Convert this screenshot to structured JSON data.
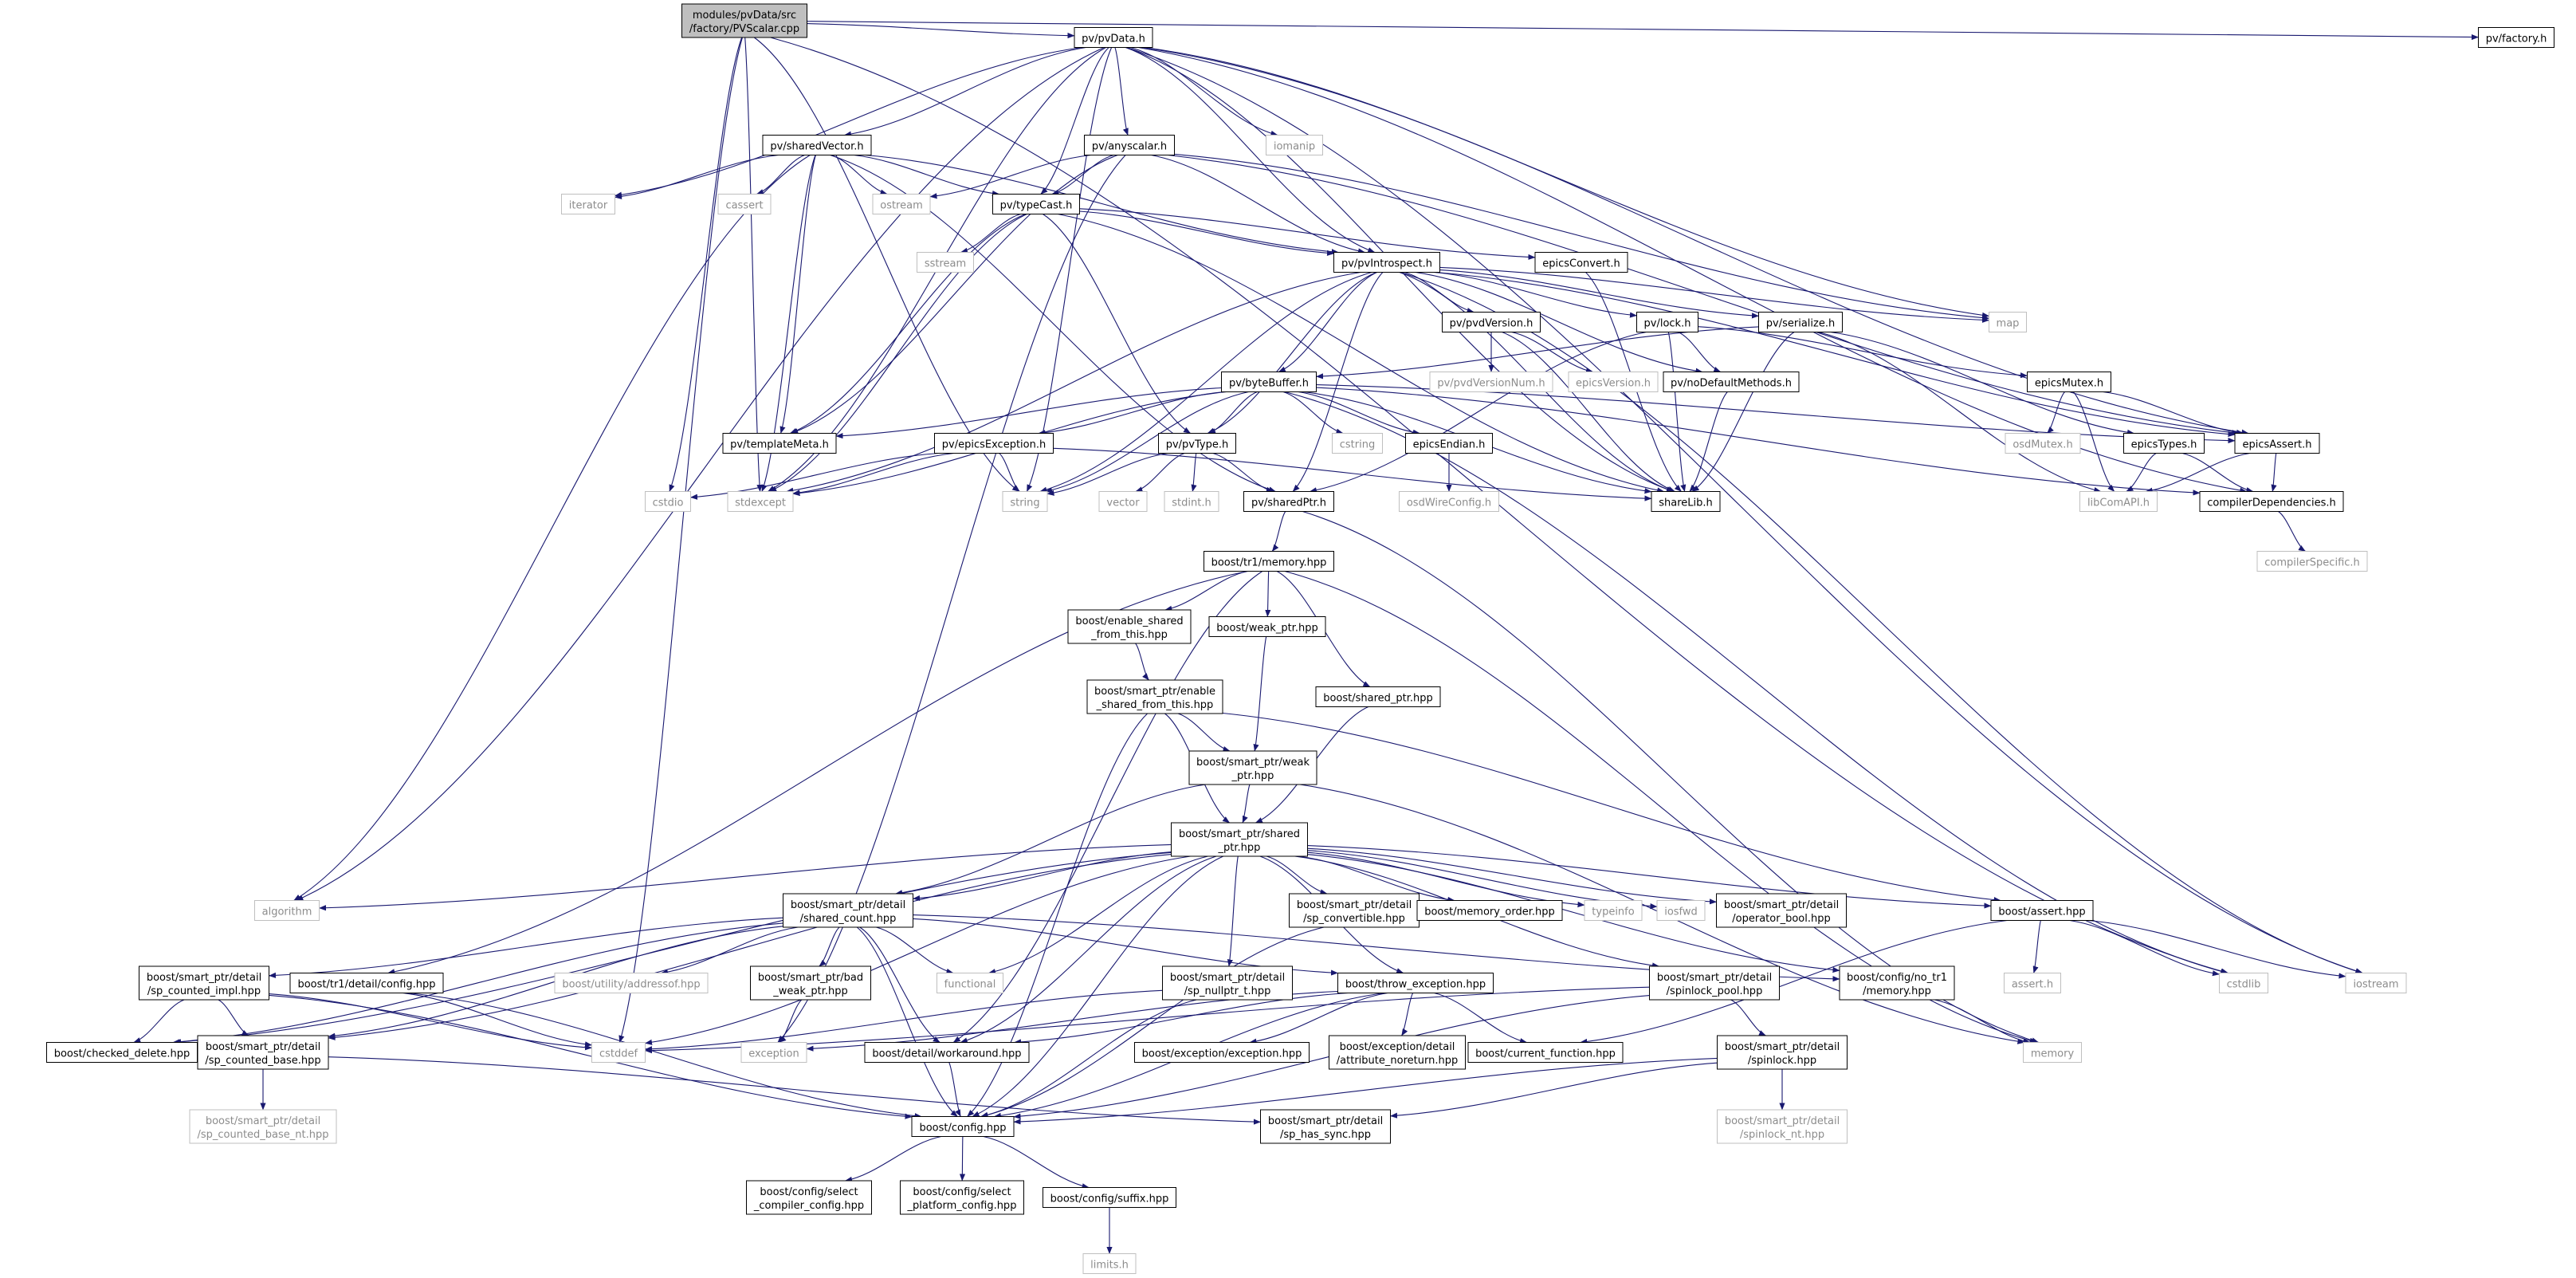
{
  "style": {
    "edge_color": "#191970",
    "node_border_black": "#000000",
    "node_border_grey": "#bfbfbf",
    "grey_text": "#8c8c8c",
    "root_fill": "#bfbfbf"
  },
  "nodes": [
    {
      "id": "root",
      "lines": [
        "modules/pvData/src",
        "/factory/PVScalar.cpp"
      ],
      "kind": "root"
    },
    {
      "id": "pvData",
      "lines": [
        "pv/pvData.h"
      ],
      "kind": "file"
    },
    {
      "id": "factory",
      "lines": [
        "pv/factory.h"
      ],
      "kind": "file"
    },
    {
      "id": "sharedVector",
      "lines": [
        "pv/sharedVector.h"
      ],
      "kind": "file"
    },
    {
      "id": "anyscalar",
      "lines": [
        "pv/anyscalar.h"
      ],
      "kind": "file"
    },
    {
      "id": "iomanip",
      "lines": [
        "iomanip"
      ],
      "kind": "sys"
    },
    {
      "id": "iterator",
      "lines": [
        "iterator"
      ],
      "kind": "sys"
    },
    {
      "id": "cassert",
      "lines": [
        "cassert"
      ],
      "kind": "sys"
    },
    {
      "id": "ostream",
      "lines": [
        "ostream"
      ],
      "kind": "sys"
    },
    {
      "id": "typeCast",
      "lines": [
        "pv/typeCast.h"
      ],
      "kind": "file"
    },
    {
      "id": "sstream",
      "lines": [
        "sstream"
      ],
      "kind": "sys"
    },
    {
      "id": "pvIntrospect",
      "lines": [
        "pv/pvIntrospect.h"
      ],
      "kind": "file"
    },
    {
      "id": "epicsConvert",
      "lines": [
        "epicsConvert.h"
      ],
      "kind": "file"
    },
    {
      "id": "map",
      "lines": [
        "map"
      ],
      "kind": "sys"
    },
    {
      "id": "pvdVersion",
      "lines": [
        "pv/pvdVersion.h"
      ],
      "kind": "file"
    },
    {
      "id": "lock",
      "lines": [
        "pv/lock.h"
      ],
      "kind": "file"
    },
    {
      "id": "serialize",
      "lines": [
        "pv/serialize.h"
      ],
      "kind": "file"
    },
    {
      "id": "pvdVersionNum",
      "lines": [
        "pv/pvdVersionNum.h"
      ],
      "kind": "sys"
    },
    {
      "id": "epicsVersion",
      "lines": [
        "epicsVersion.h"
      ],
      "kind": "sys"
    },
    {
      "id": "noDefaultMethods",
      "lines": [
        "pv/noDefaultMethods.h"
      ],
      "kind": "file"
    },
    {
      "id": "epicsMutex",
      "lines": [
        "epicsMutex.h"
      ],
      "kind": "file"
    },
    {
      "id": "byteBuffer",
      "lines": [
        "pv/byteBuffer.h"
      ],
      "kind": "file"
    },
    {
      "id": "templateMeta",
      "lines": [
        "pv/templateMeta.h"
      ],
      "kind": "file"
    },
    {
      "id": "epicsException",
      "lines": [
        "pv/epicsException.h"
      ],
      "kind": "file"
    },
    {
      "id": "pvType",
      "lines": [
        "pv/pvType.h"
      ],
      "kind": "file"
    },
    {
      "id": "cstring",
      "lines": [
        "cstring"
      ],
      "kind": "sys"
    },
    {
      "id": "epicsEndian",
      "lines": [
        "epicsEndian.h"
      ],
      "kind": "file"
    },
    {
      "id": "osdMutex",
      "lines": [
        "osdMutex.h"
      ],
      "kind": "sys"
    },
    {
      "id": "epicsTypes",
      "lines": [
        "epicsTypes.h"
      ],
      "kind": "file"
    },
    {
      "id": "epicsAssert",
      "lines": [
        "epicsAssert.h"
      ],
      "kind": "file"
    },
    {
      "id": "cstdio",
      "lines": [
        "cstdio"
      ],
      "kind": "sys"
    },
    {
      "id": "stdexcept",
      "lines": [
        "stdexcept"
      ],
      "kind": "sys"
    },
    {
      "id": "string",
      "lines": [
        "string"
      ],
      "kind": "sys"
    },
    {
      "id": "vector",
      "lines": [
        "vector"
      ],
      "kind": "sys"
    },
    {
      "id": "stdint",
      "lines": [
        "stdint.h"
      ],
      "kind": "sys"
    },
    {
      "id": "sharedPtr",
      "lines": [
        "pv/sharedPtr.h"
      ],
      "kind": "file"
    },
    {
      "id": "osdWireConfig",
      "lines": [
        "osdWireConfig.h"
      ],
      "kind": "sys"
    },
    {
      "id": "shareLib",
      "lines": [
        "shareLib.h"
      ],
      "kind": "file"
    },
    {
      "id": "libComAPI",
      "lines": [
        "libComAPI.h"
      ],
      "kind": "sys"
    },
    {
      "id": "compilerDependencies",
      "lines": [
        "compilerDependencies.h"
      ],
      "kind": "file"
    },
    {
      "id": "compilerSpecific",
      "lines": [
        "compilerSpecific.h"
      ],
      "kind": "sys"
    },
    {
      "id": "tr1memory",
      "lines": [
        "boost/tr1/memory.hpp"
      ],
      "kind": "file"
    },
    {
      "id": "enableSharedFromThis",
      "lines": [
        "boost/enable_shared",
        "_from_this.hpp"
      ],
      "kind": "file"
    },
    {
      "id": "weakPtr",
      "lines": [
        "boost/weak_ptr.hpp"
      ],
      "kind": "file"
    },
    {
      "id": "sharedPtrHpp",
      "lines": [
        "boost/shared_ptr.hpp"
      ],
      "kind": "file"
    },
    {
      "id": "spEnableShared",
      "lines": [
        "boost/smart_ptr/enable",
        "_shared_from_this.hpp"
      ],
      "kind": "file"
    },
    {
      "id": "spWeakPtr",
      "lines": [
        "boost/smart_ptr/weak",
        "_ptr.hpp"
      ],
      "kind": "file"
    },
    {
      "id": "spSharedPtr",
      "lines": [
        "boost/smart_ptr/shared",
        "_ptr.hpp"
      ],
      "kind": "file"
    },
    {
      "id": "algorithm",
      "lines": [
        "algorithm"
      ],
      "kind": "sys"
    },
    {
      "id": "sharedCount",
      "lines": [
        "boost/smart_ptr/detail",
        "/shared_count.hpp"
      ],
      "kind": "file"
    },
    {
      "id": "functional",
      "lines": [
        "functional"
      ],
      "kind": "sys"
    },
    {
      "id": "spConvertible",
      "lines": [
        "boost/smart_ptr/detail",
        "/sp_convertible.hpp"
      ],
      "kind": "file"
    },
    {
      "id": "memoryOrder",
      "lines": [
        "boost/memory_order.hpp"
      ],
      "kind": "file"
    },
    {
      "id": "typeinfo",
      "lines": [
        "typeinfo"
      ],
      "kind": "sys"
    },
    {
      "id": "iosfwd",
      "lines": [
        "iosfwd"
      ],
      "kind": "sys"
    },
    {
      "id": "operatorBool",
      "lines": [
        "boost/smart_ptr/detail",
        "/operator_bool.hpp"
      ],
      "kind": "file"
    },
    {
      "id": "assertHpp",
      "lines": [
        "boost/assert.hpp"
      ],
      "kind": "file"
    },
    {
      "id": "assertH",
      "lines": [
        "assert.h"
      ],
      "kind": "sys"
    },
    {
      "id": "cstdlib",
      "lines": [
        "cstdlib"
      ],
      "kind": "sys"
    },
    {
      "id": "iostream",
      "lines": [
        "iostream"
      ],
      "kind": "sys"
    },
    {
      "id": "spCountedImpl",
      "lines": [
        "boost/smart_ptr/detail",
        "/sp_counted_impl.hpp"
      ],
      "kind": "file"
    },
    {
      "id": "tr1DetailConfig",
      "lines": [
        "boost/tr1/detail/config.hpp"
      ],
      "kind": "file"
    },
    {
      "id": "addressof",
      "lines": [
        "boost/utility/addressof.hpp"
      ],
      "kind": "sys"
    },
    {
      "id": "badWeakPtr",
      "lines": [
        "boost/smart_ptr/bad",
        "_weak_ptr.hpp"
      ],
      "kind": "file"
    },
    {
      "id": "spNullptr",
      "lines": [
        "boost/smart_ptr/detail",
        "/sp_nullptr_t.hpp"
      ],
      "kind": "file"
    },
    {
      "id": "throwException",
      "lines": [
        "boost/throw_exception.hpp"
      ],
      "kind": "file"
    },
    {
      "id": "spinlockPool",
      "lines": [
        "boost/smart_ptr/detail",
        "/spinlock_pool.hpp"
      ],
      "kind": "file"
    },
    {
      "id": "configNoTr1",
      "lines": [
        "boost/config/no_tr1",
        "/memory.hpp"
      ],
      "kind": "file"
    },
    {
      "id": "checkedDelete",
      "lines": [
        "boost/checked_delete.hpp"
      ],
      "kind": "file"
    },
    {
      "id": "spCountedBase",
      "lines": [
        "boost/smart_ptr/detail",
        "/sp_counted_base.hpp"
      ],
      "kind": "file"
    },
    {
      "id": "cstddef",
      "lines": [
        "cstddef"
      ],
      "kind": "sys"
    },
    {
      "id": "exception",
      "lines": [
        "exception"
      ],
      "kind": "sys"
    },
    {
      "id": "detailWorkaround",
      "lines": [
        "boost/detail/workaround.hpp"
      ],
      "kind": "file"
    },
    {
      "id": "exceptionHpp",
      "lines": [
        "boost/exception/exception.hpp"
      ],
      "kind": "file"
    },
    {
      "id": "attrNoreturn",
      "lines": [
        "boost/exception/detail",
        "/attribute_noreturn.hpp"
      ],
      "kind": "file"
    },
    {
      "id": "currentFunction",
      "lines": [
        "boost/current_function.hpp"
      ],
      "kind": "file"
    },
    {
      "id": "spinlock",
      "lines": [
        "boost/smart_ptr/detail",
        "/spinlock.hpp"
      ],
      "kind": "file"
    },
    {
      "id": "memory",
      "lines": [
        "memory"
      ],
      "kind": "sys"
    },
    {
      "id": "spCountedBaseNt",
      "lines": [
        "boost/smart_ptr/detail",
        "/sp_counted_base_nt.hpp"
      ],
      "kind": "sys"
    },
    {
      "id": "configHpp",
      "lines": [
        "boost/config.hpp"
      ],
      "kind": "file"
    },
    {
      "id": "spHasSync",
      "lines": [
        "boost/smart_ptr/detail",
        "/sp_has_sync.hpp"
      ],
      "kind": "file"
    },
    {
      "id": "spinlockNt",
      "lines": [
        "boost/smart_ptr/detail",
        "/spinlock_nt.hpp"
      ],
      "kind": "sys"
    },
    {
      "id": "selectCompiler",
      "lines": [
        "boost/config/select",
        "_compiler_config.hpp"
      ],
      "kind": "file"
    },
    {
      "id": "selectPlatform",
      "lines": [
        "boost/config/select",
        "_platform_config.hpp"
      ],
      "kind": "file"
    },
    {
      "id": "configSuffix",
      "lines": [
        "boost/config/suffix.hpp"
      ],
      "kind": "file"
    },
    {
      "id": "limits",
      "lines": [
        "limits.h"
      ],
      "kind": "sys"
    }
  ],
  "edges": [
    [
      "root",
      "pvData"
    ],
    [
      "root",
      "factory"
    ],
    [
      "root",
      "cstdio"
    ],
    [
      "root",
      "string"
    ],
    [
      "root",
      "cstddef"
    ],
    [
      "root",
      "stdexcept"
    ],
    [
      "root",
      "cstdlib"
    ],
    [
      "pvData",
      "sharedVector"
    ],
    [
      "pvData",
      "anyscalar"
    ],
    [
      "pvData",
      "iomanip"
    ],
    [
      "pvData",
      "iterator"
    ],
    [
      "pvData",
      "typeCast"
    ],
    [
      "pvData",
      "pvIntrospect"
    ],
    [
      "pvData",
      "map"
    ],
    [
      "pvData",
      "algorithm"
    ],
    [
      "pvData",
      "stdexcept"
    ],
    [
      "pvData",
      "string"
    ],
    [
      "pvData",
      "shareLib"
    ],
    [
      "pvData",
      "epicsAssert"
    ],
    [
      "pvData",
      "compilerDependencies"
    ],
    [
      "pvData",
      "iostream"
    ],
    [
      "sharedVector",
      "iterator"
    ],
    [
      "sharedVector",
      "cassert"
    ],
    [
      "sharedVector",
      "ostream"
    ],
    [
      "sharedVector",
      "typeCast"
    ],
    [
      "sharedVector",
      "pvIntrospect"
    ],
    [
      "sharedVector",
      "templateMeta"
    ],
    [
      "sharedVector",
      "stdexcept"
    ],
    [
      "sharedVector",
      "sharedPtr"
    ],
    [
      "sharedVector",
      "algorithm"
    ],
    [
      "anyscalar",
      "ostream"
    ],
    [
      "anyscalar",
      "typeCast"
    ],
    [
      "anyscalar",
      "pvIntrospect"
    ],
    [
      "anyscalar",
      "templateMeta"
    ],
    [
      "anyscalar",
      "map"
    ],
    [
      "anyscalar",
      "epicsAssert"
    ],
    [
      "anyscalar",
      "exception"
    ],
    [
      "typeCast",
      "sstream"
    ],
    [
      "typeCast",
      "pvIntrospect"
    ],
    [
      "typeCast",
      "epicsConvert"
    ],
    [
      "typeCast",
      "templateMeta"
    ],
    [
      "typeCast",
      "pvType"
    ],
    [
      "typeCast",
      "stdexcept"
    ],
    [
      "typeCast",
      "shareLib"
    ],
    [
      "pvIntrospect",
      "map"
    ],
    [
      "pvIntrospect",
      "pvdVersion"
    ],
    [
      "pvIntrospect",
      "lock"
    ],
    [
      "pvIntrospect",
      "serialize"
    ],
    [
      "pvIntrospect",
      "noDefaultMethods"
    ],
    [
      "pvIntrospect",
      "byteBuffer"
    ],
    [
      "pvIntrospect",
      "pvType"
    ],
    [
      "pvIntrospect",
      "sharedPtr"
    ],
    [
      "pvIntrospect",
      "string"
    ],
    [
      "pvIntrospect",
      "stdexcept"
    ],
    [
      "pvIntrospect",
      "shareLib"
    ],
    [
      "pvIntrospect",
      "epicsAssert"
    ],
    [
      "pvIntrospect",
      "iostream"
    ],
    [
      "epicsConvert",
      "shareLib"
    ],
    [
      "pvdVersion",
      "pvdVersionNum"
    ],
    [
      "pvdVersion",
      "epicsVersion"
    ],
    [
      "pvdVersion",
      "shareLib"
    ],
    [
      "lock",
      "noDefaultMethods"
    ],
    [
      "lock",
      "epicsMutex"
    ],
    [
      "lock",
      "shareLib"
    ],
    [
      "lock",
      "sharedPtr"
    ],
    [
      "serialize",
      "byteBuffer"
    ],
    [
      "serialize",
      "epicsTypes"
    ],
    [
      "serialize",
      "shareLib"
    ],
    [
      "serialize",
      "libComAPI"
    ],
    [
      "noDefaultMethods",
      "shareLib"
    ],
    [
      "epicsMutex",
      "osdMutex"
    ],
    [
      "epicsMutex",
      "libComAPI"
    ],
    [
      "epicsMutex",
      "epicsAssert"
    ],
    [
      "byteBuffer",
      "templateMeta"
    ],
    [
      "byteBuffer",
      "epicsException"
    ],
    [
      "byteBuffer",
      "pvType"
    ],
    [
      "byteBuffer",
      "cstring"
    ],
    [
      "byteBuffer",
      "epicsEndian"
    ],
    [
      "byteBuffer",
      "epicsAssert"
    ],
    [
      "byteBuffer",
      "shareLib"
    ],
    [
      "byteBuffer",
      "string"
    ],
    [
      "byteBuffer",
      "stdexcept"
    ],
    [
      "byteBuffer",
      "compilerDependencies"
    ],
    [
      "byteBuffer",
      "cstdlib"
    ],
    [
      "epicsException",
      "cstdio"
    ],
    [
      "epicsException",
      "stdexcept"
    ],
    [
      "epicsException",
      "string"
    ],
    [
      "epicsException",
      "shareLib"
    ],
    [
      "pvType",
      "vector"
    ],
    [
      "pvType",
      "stdint"
    ],
    [
      "pvType",
      "sharedPtr"
    ],
    [
      "pvType",
      "string"
    ],
    [
      "epicsEndian",
      "osdWireConfig"
    ],
    [
      "epicsTypes",
      "libComAPI"
    ],
    [
      "epicsTypes",
      "compilerDependencies"
    ],
    [
      "epicsAssert",
      "libComAPI"
    ],
    [
      "epicsAssert",
      "compilerDependencies"
    ],
    [
      "compilerDependencies",
      "compilerSpecific"
    ],
    [
      "sharedPtr",
      "tr1memory"
    ],
    [
      "sharedPtr",
      "memory"
    ],
    [
      "tr1memory",
      "enableSharedFromThis"
    ],
    [
      "tr1memory",
      "weakPtr"
    ],
    [
      "tr1memory",
      "sharedPtrHpp"
    ],
    [
      "tr1memory",
      "tr1DetailConfig"
    ],
    [
      "tr1memory",
      "detailWorkaround"
    ],
    [
      "tr1memory",
      "memory"
    ],
    [
      "enableSharedFromThis",
      "spEnableShared"
    ],
    [
      "weakPtr",
      "spWeakPtr"
    ],
    [
      "sharedPtrHpp",
      "spSharedPtr"
    ],
    [
      "spEnableShared",
      "spWeakPtr"
    ],
    [
      "spEnableShared",
      "spSharedPtr"
    ],
    [
      "spEnableShared",
      "assertHpp"
    ],
    [
      "spEnableShared",
      "configHpp"
    ],
    [
      "spWeakPtr",
      "spSharedPtr"
    ],
    [
      "spWeakPtr",
      "sharedCount"
    ],
    [
      "spWeakPtr",
      "memory"
    ],
    [
      "spSharedPtr",
      "algorithm"
    ],
    [
      "spSharedPtr",
      "sharedCount"
    ],
    [
      "spSharedPtr",
      "functional"
    ],
    [
      "spSharedPtr",
      "spConvertible"
    ],
    [
      "spSharedPtr",
      "memoryOrder"
    ],
    [
      "spSharedPtr",
      "typeinfo"
    ],
    [
      "spSharedPtr",
      "iosfwd"
    ],
    [
      "spSharedPtr",
      "operatorBool"
    ],
    [
      "spSharedPtr",
      "assertHpp"
    ],
    [
      "spSharedPtr",
      "spNullptr"
    ],
    [
      "spSharedPtr",
      "throwException"
    ],
    [
      "spSharedPtr",
      "spinlockPool"
    ],
    [
      "spSharedPtr",
      "configNoTr1"
    ],
    [
      "spSharedPtr",
      "checkedDelete"
    ],
    [
      "spSharedPtr",
      "cstddef"
    ],
    [
      "spSharedPtr",
      "detailWorkaround"
    ],
    [
      "spSharedPtr",
      "configHpp"
    ],
    [
      "spSharedPtr",
      "spCountedBase"
    ],
    [
      "assertHpp",
      "assertH"
    ],
    [
      "assertHpp",
      "cstdlib"
    ],
    [
      "assertHpp",
      "iostream"
    ],
    [
      "assertHpp",
      "currentFunction"
    ],
    [
      "sharedCount",
      "spCountedImpl"
    ],
    [
      "sharedCount",
      "addressof"
    ],
    [
      "sharedCount",
      "badWeakPtr"
    ],
    [
      "sharedCount",
      "functional"
    ],
    [
      "sharedCount",
      "throwException"
    ],
    [
      "sharedCount",
      "checkedDelete"
    ],
    [
      "sharedCount",
      "spCountedBase"
    ],
    [
      "sharedCount",
      "detailWorkaround"
    ],
    [
      "sharedCount",
      "configHpp"
    ],
    [
      "sharedCount",
      "configNoTr1"
    ],
    [
      "spConvertible",
      "configHpp"
    ],
    [
      "spCountedImpl",
      "checkedDelete"
    ],
    [
      "spCountedImpl",
      "spCountedBase"
    ],
    [
      "spCountedImpl",
      "cstddef"
    ],
    [
      "spCountedImpl",
      "configHpp"
    ],
    [
      "tr1DetailConfig",
      "configHpp"
    ],
    [
      "tr1DetailConfig",
      "cstddef"
    ],
    [
      "badWeakPtr",
      "exception"
    ],
    [
      "spNullptr",
      "cstddef"
    ],
    [
      "spNullptr",
      "configHpp"
    ],
    [
      "throwException",
      "exception"
    ],
    [
      "throwException",
      "exceptionHpp"
    ],
    [
      "throwException",
      "attrNoreturn"
    ],
    [
      "throwException",
      "currentFunction"
    ],
    [
      "throwException",
      "detailWorkaround"
    ],
    [
      "throwException",
      "configHpp"
    ],
    [
      "spinlockPool",
      "spinlock"
    ],
    [
      "spinlockPool",
      "cstddef"
    ],
    [
      "spinlockPool",
      "configHpp"
    ],
    [
      "configNoTr1",
      "memory"
    ],
    [
      "spCountedBase",
      "spCountedBaseNt"
    ],
    [
      "spCountedBase",
      "spHasSync"
    ],
    [
      "detailWorkaround",
      "configHpp"
    ],
    [
      "spinlock",
      "spinlockNt"
    ],
    [
      "spinlock",
      "spHasSync"
    ],
    [
      "spinlock",
      "configHpp"
    ],
    [
      "configHpp",
      "selectCompiler"
    ],
    [
      "configHpp",
      "selectPlatform"
    ],
    [
      "configHpp",
      "configSuffix"
    ],
    [
      "configSuffix",
      "limits"
    ]
  ]
}
